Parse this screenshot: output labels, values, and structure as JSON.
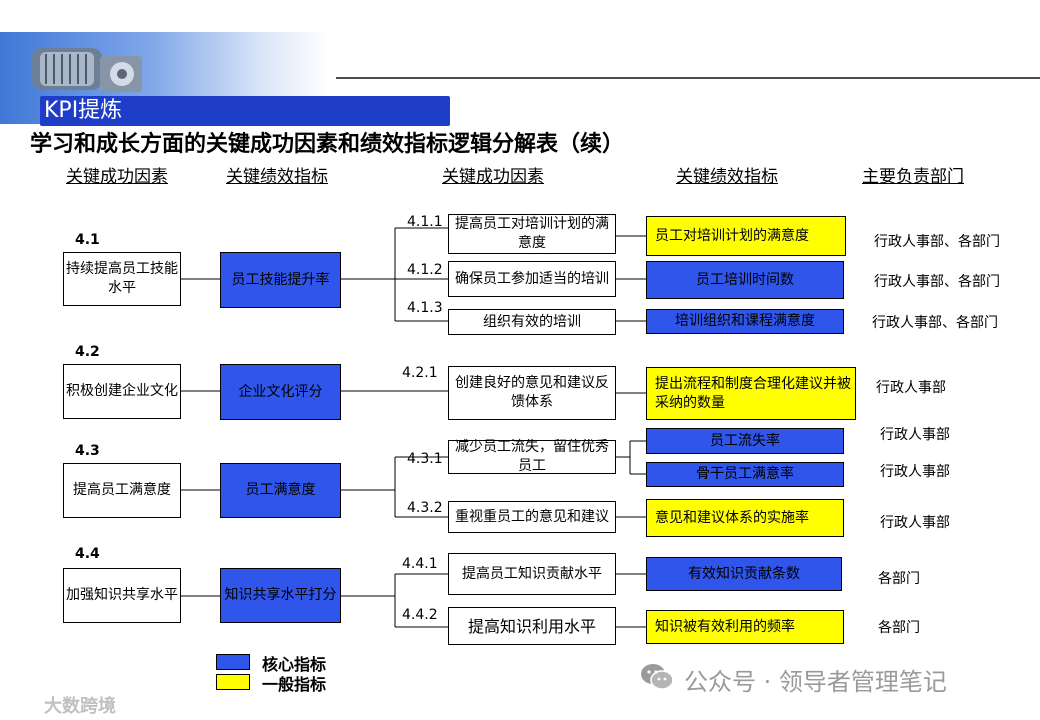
{
  "header": {
    "section_tag": "KPI提炼"
  },
  "title": "学习和成长方面的关键成功因素和绩效指标逻辑分解表（续）",
  "columns": {
    "c1": "关键成功因素",
    "c2": "关键绩效指标",
    "c3": "关键成功因素",
    "c4": "关键绩效指标",
    "c5": "主要负责部门"
  },
  "groups": [
    {
      "num": "4.1",
      "csf": "持续提高员工技能水平",
      "kpi": "员工技能提升率",
      "subs": [
        {
          "num": "4.1.1",
          "text": "提高员工对培训计划的满意度",
          "indicator": "员工对培训计划的满意度",
          "dept": "行政人事部、各部门"
        },
        {
          "num": "4.1.2",
          "text": "确保员工参加适当的培训",
          "indicator": "员工培训时间数",
          "dept": "行政人事部、各部门"
        },
        {
          "num": "4.1.3",
          "text": "组织有效的培训",
          "indicator": "培训组织和课程满意度",
          "dept": "行政人事部、各部门"
        }
      ]
    },
    {
      "num": "4.2",
      "csf": "积极创建企业文化",
      "kpi": "企业文化评分",
      "subs": [
        {
          "num": "4.2.1",
          "text": "创建良好的意见和建议反馈体系",
          "indicator": "提出流程和制度合理化建议并被采纳的数量",
          "dept": "行政人事部"
        }
      ]
    },
    {
      "num": "4.3",
      "csf": "提高员工满意度",
      "kpi": "员工满意度",
      "subs": [
        {
          "num": "4.3.1",
          "text": "减少员工流失，留住优秀员工",
          "indicator_a": "员工流失率",
          "dept_a": "行政人事部",
          "indicator_b": "骨干员工满意率",
          "dept_b": "行政人事部"
        },
        {
          "num": "4.3.2",
          "text": "重视重员工的意见和建议",
          "indicator": "意见和建议体系的实施率",
          "dept": "行政人事部"
        }
      ]
    },
    {
      "num": "4.4",
      "csf": "加强知识共享水平",
      "kpi": "知识共享水平打分",
      "subs": [
        {
          "num": "4.4.1",
          "text": "提高员工知识贡献水平",
          "indicator": "有效知识贡献条数",
          "dept": "各部门"
        },
        {
          "num": "4.4.2",
          "text": "提高知识利用水平",
          "indicator": "知识被有效利用的频率",
          "dept": "各部门"
        }
      ]
    }
  ],
  "legend": {
    "core": "核心指标",
    "general": "一般指标"
  },
  "colors": {
    "core": "#2f55ea",
    "general": "#ffff00",
    "header_bar": "#1f3ec8"
  },
  "watermark": {
    "main": "公众号 · 领导者管理笔记",
    "corner": "大数跨境"
  }
}
